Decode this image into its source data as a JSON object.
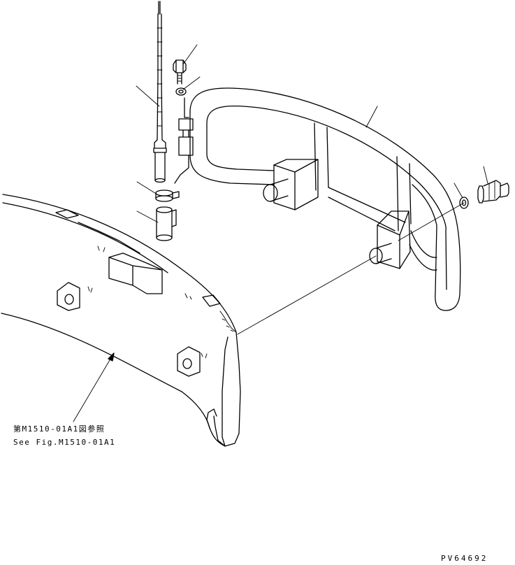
{
  "reference": {
    "jp": "第M1510-01A1図参照",
    "en": "See Fig.M1510-01A1"
  },
  "drawing_number": "PV64692",
  "parts": [
    "antenna",
    "bolt",
    "washer",
    "antenna-bracket",
    "clamp",
    "mount-pipe",
    "guard-frame",
    "guard-bolt",
    "guard-washer",
    "counterweight"
  ]
}
